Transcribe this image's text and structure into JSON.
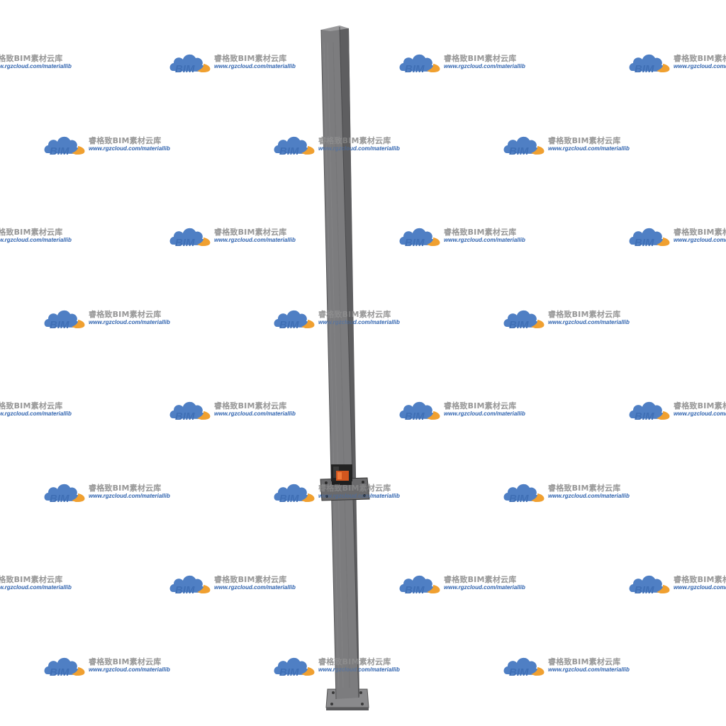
{
  "watermark": {
    "brand_cn": "睿格致BIM素材云库",
    "url": "www.rgzcloud.com/materiallib",
    "logo_text": "BIM",
    "logo_icon": "cloud-icon",
    "colors": {
      "logo_blue": "#3f6fb5",
      "logo_orange": "#f0a030",
      "brand_gray": "#9a9a9a"
    }
  },
  "scene": {
    "object": "square-steel-post",
    "colors": {
      "post_front": "#7a7a7c",
      "post_side": "#5e5e60",
      "bracket_orange": "#d2561e",
      "bracket_dark": "#222222",
      "plate": "#6e6e70"
    }
  }
}
